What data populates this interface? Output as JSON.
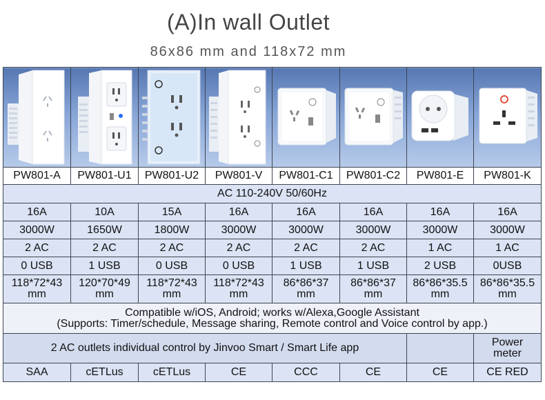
{
  "header": {
    "title": "(A)In wall Outlet",
    "subtitle": "86x86 mm and 118x72 mm"
  },
  "products": [
    {
      "model": "PW801-A",
      "icon": "outlet-tall-a-icon"
    },
    {
      "model": "PW801-U1",
      "icon": "outlet-tall-u1-icon"
    },
    {
      "model": "PW801-U2",
      "icon": "outlet-tall-u2-icon"
    },
    {
      "model": "PW801-V",
      "icon": "outlet-tall-v-icon"
    },
    {
      "model": "PW801-C1",
      "icon": "outlet-square-c1-icon"
    },
    {
      "model": "PW801-C2",
      "icon": "outlet-square-c2-icon"
    },
    {
      "model": "PW801-E",
      "icon": "outlet-square-e-icon"
    },
    {
      "model": "PW801-K",
      "icon": "outlet-square-k-icon"
    }
  ],
  "voltage": "AC 110-240V 50/60Hz",
  "current": [
    "16A",
    "10A",
    "15A",
    "16A",
    "16A",
    "16A",
    "16A",
    "16A"
  ],
  "power": [
    "3000W",
    "1650W",
    "1800W",
    "3000W",
    "3000W",
    "3000W",
    "3000W",
    "3000W"
  ],
  "ac_outlets": [
    "2 AC",
    "2 AC",
    "2 AC",
    "2 AC",
    "2 AC",
    "2 AC",
    "1 AC",
    "1 AC"
  ],
  "usb": [
    "0 USB",
    "1 USB",
    "0 USB",
    "0 USB",
    "1 USB",
    "1 USB",
    "2 USB",
    "0USB"
  ],
  "dimensions": [
    {
      "size": "118*72*43",
      "unit": "mm"
    },
    {
      "size": "120*70*49",
      "unit": "mm"
    },
    {
      "size": "118*72*43",
      "unit": "mm"
    },
    {
      "size": "118*72*43",
      "unit": "mm"
    },
    {
      "size": "86*86*37",
      "unit": "mm"
    },
    {
      "size": "86*86*37",
      "unit": "mm"
    },
    {
      "size": "86*86*35.5",
      "unit": "mm"
    },
    {
      "size": "86*86*35.5",
      "unit": "mm"
    }
  ],
  "compatibility": {
    "line1": "Compatible w/iOS, Android; works w/Alexa,Google Assistant",
    "line2": "(Supports: Timer/schedule, Message sharing, Remote control and Voice control by app.)"
  },
  "control": {
    "text": "2 AC outlets individual control by Jinvoo Smart / Smart Life app",
    "e_cell": "",
    "k_cell_line1": "Power",
    "k_cell_line2": "meter"
  },
  "certifications": [
    "SAA",
    "cETLus",
    "cETLus",
    "CE",
    "CCC",
    "CE",
    "CE",
    "CE RED"
  ],
  "colors": {
    "photo_bg_top": "#5677b2",
    "photo_bg_bottom": "#b7cbea",
    "cell_bg": "#dbe3f4",
    "border": "#3e4450",
    "title": "#444444",
    "indicator_blue": "#2a6cff",
    "indicator_red": "#e0402a"
  }
}
